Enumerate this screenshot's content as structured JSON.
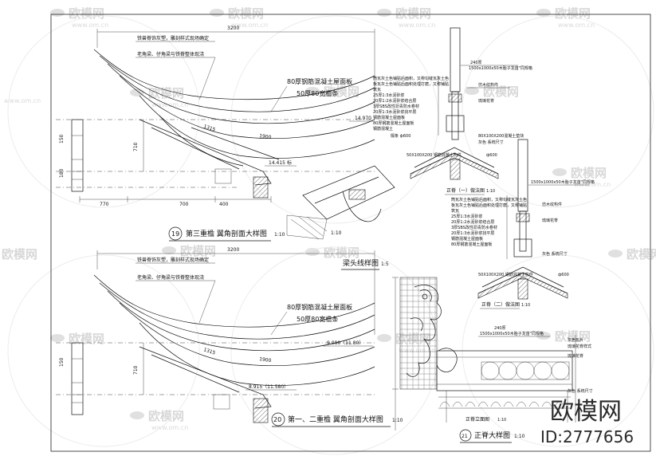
{
  "watermark": {
    "brand": "欧模网",
    "url": "www.om.cn"
  },
  "stamp": {
    "brand": "欧模网",
    "id": "ID:2777656"
  },
  "section19": {
    "dim_top": "3200",
    "note1": "铁兽脊饰灰塑，雕刻样式现场确定",
    "note2": "老角梁、仔角梁与铁脊整体现浇",
    "layer1": "80厚钢筋混凝土屋面板",
    "layer2": "50厚80宽檐条",
    "d1315": "1315",
    "d1900": "1900",
    "elev1": "14.970",
    "elev2": "14.415",
    "elev2_suffix": "标",
    "dim150": "150",
    "dim710": "710",
    "dim180": "180",
    "dims_bottom": [
      "770",
      "700",
      "400"
    ],
    "title_num": "19",
    "title": "第三重檐  翼角剖面大样图",
    "scale": "1:10"
  },
  "beam_detail": {
    "title": "梁头线样图",
    "scale": "1:5"
  },
  "section20": {
    "dim_top": "3200",
    "note1": "铁兽脊饰灰塑，雕刻样式现场确定",
    "note2": "老角梁、仔角梁与铁脊整体现浇",
    "layer1": "80厚钢筋混凝土屋面板",
    "layer2": "50厚80宽檐条",
    "elev1": "9.080（11.80）",
    "elev2": "8.915（11.580）",
    "dim150": "150",
    "dim710": "710",
    "d1315": "1315",
    "d1900": "1900",
    "title_num": "20",
    "title": "第一、二重檐  翼角剖面大样图",
    "scale": "1:10"
  },
  "ridge_top": {
    "note_top1": "240厚",
    "note_top2": "1500x1000x50木胎子龙首\"同规格",
    "labels_left": [
      "筒瓦灰土色铺贴后面积，又称勾缝瓦灰土色",
      "板瓦灰土色铺贴后面积处理打磨，又称铺贴",
      "筑瓦",
      "25厚1:3水泥砂浆",
      "20厚1:2水泥砂浆结合层",
      "3厚SBS改性沥青防水卷材",
      "20厚1:3水泥砂浆找平层",
      "钢筋混凝土屋面板",
      "80厚钢筋混凝土屋面板",
      "钢筋混凝土",
      "檩条  ф600"
    ],
    "labels_right": [
      "仿木纹构件",
      "琉璃花脊",
      "80X100X200混凝土垫块",
      "灰色  系统尺寸"
    ],
    "mark": "50X100X200 钢筋混凝土构件",
    "elev": "ф600",
    "title": "正脊（一）做法图",
    "scale": "1:10"
  },
  "ridge_mid": {
    "note_top": "1500x1000x50木胎子龙首\"同规格",
    "labels_left": [
      "筒瓦灰土色铺贴后面积，又称勾缝瓦灰土色",
      "板瓦灰土色铺贴后面积处理打磨，又称铺贴",
      "筑瓦",
      "25厚1:3水泥砂浆",
      "20厚1:2水泥砂浆结合层",
      "3厚SBS改性沥青防水卷材",
      "20厚1:3水泥砂浆找平层",
      "钢筋混凝土屋面板",
      "80厚钢筋混凝土屋面板"
    ],
    "labels_right": [
      "仿木纹构件",
      "琉璃花脊",
      "灰色  系统尺寸"
    ],
    "mark": "50X100X200 钢筋混凝土构件",
    "elev": "ф600",
    "title": "正脊（二）做法图",
    "scale": "1:10"
  },
  "section21": {
    "note1": "240厚",
    "note2": "1500x1000x50木胎子龙首\"同规格",
    "labels_right": [
      "灰色瓦片",
      "琉璃花脊样式",
      "琉璃花脊",
      "灰色  系统尺寸"
    ],
    "inner_title": "正脊立面图",
    "inner_scale": "1:10",
    "title_num": "21",
    "title": "正脊大样图",
    "scale": "1:10"
  }
}
